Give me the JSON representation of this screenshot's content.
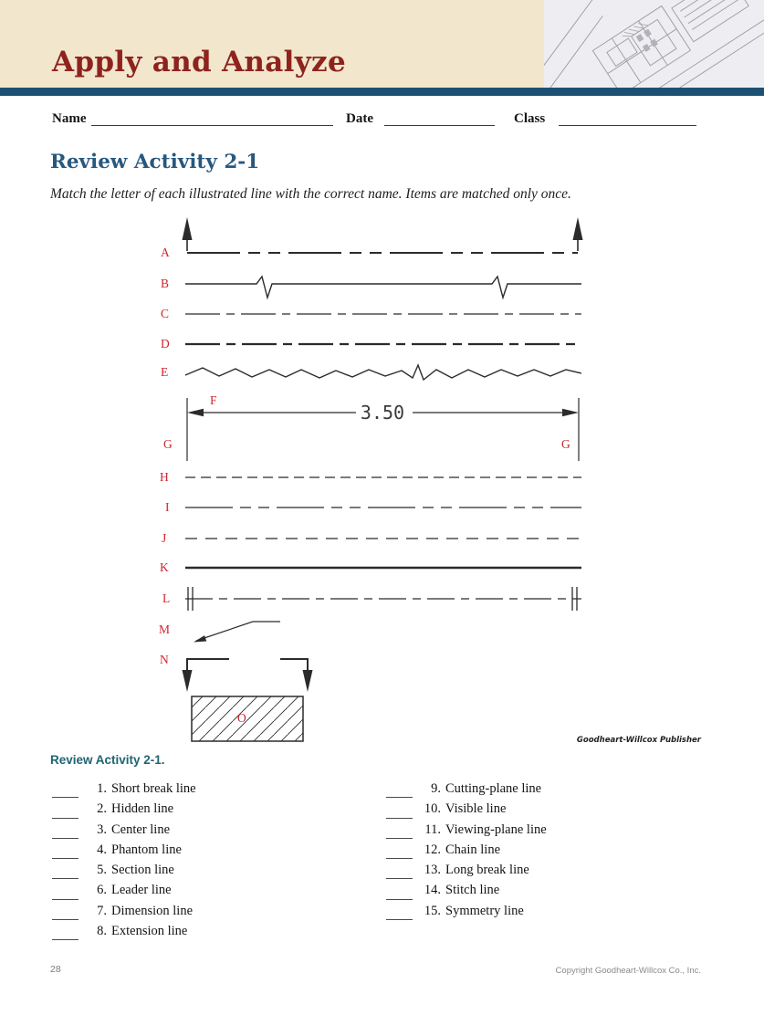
{
  "header": {
    "title": "Apply and Analyze"
  },
  "form": {
    "name_label": "Name",
    "date_label": "Date",
    "class_label": "Class"
  },
  "activity": {
    "title": "Review Activity 2-1",
    "instruction": "Match the letter of each illustrated line with the correct name. Items are matched only once."
  },
  "diagram": {
    "labels": {
      "A": "A",
      "B": "B",
      "C": "C",
      "D": "D",
      "E": "E",
      "F": "F",
      "G": "G",
      "H": "H",
      "I": "I",
      "J": "J",
      "K": "K",
      "L": "L",
      "M": "M",
      "N": "N",
      "O": "O"
    },
    "dimension_value": "3.50",
    "credit": "Goodheart-Willcox Publisher"
  },
  "answers": {
    "heading": "Review Activity 2-1.",
    "left": [
      {
        "num": "1.",
        "label": "Short break line"
      },
      {
        "num": "2.",
        "label": "Hidden line"
      },
      {
        "num": "3.",
        "label": "Center line"
      },
      {
        "num": "4.",
        "label": "Phantom line"
      },
      {
        "num": "5.",
        "label": "Section line"
      },
      {
        "num": "6.",
        "label": "Leader line"
      },
      {
        "num": "7.",
        "label": "Dimension line"
      },
      {
        "num": "8.",
        "label": "Extension line"
      }
    ],
    "right": [
      {
        "num": "9.",
        "label": "Cutting-plane line"
      },
      {
        "num": "10.",
        "label": "Visible line"
      },
      {
        "num": "11.",
        "label": "Viewing-plane line"
      },
      {
        "num": "12.",
        "label": "Chain line"
      },
      {
        "num": "13.",
        "label": "Long break line"
      },
      {
        "num": "14.",
        "label": "Stitch line"
      },
      {
        "num": "15.",
        "label": "Symmetry line"
      }
    ]
  },
  "footer": {
    "page_number": "28",
    "copyright": "Copyright Goodheart-Willcox Co., Inc."
  },
  "colors": {
    "header_background": "#f2e7cd",
    "header_title_red": "#8e231e",
    "divider_teal": "#1d5173",
    "activity_heading_blue": "#27587e",
    "answers_heading_teal": "#1e6472",
    "diagram_label_red": "#d0242b"
  }
}
